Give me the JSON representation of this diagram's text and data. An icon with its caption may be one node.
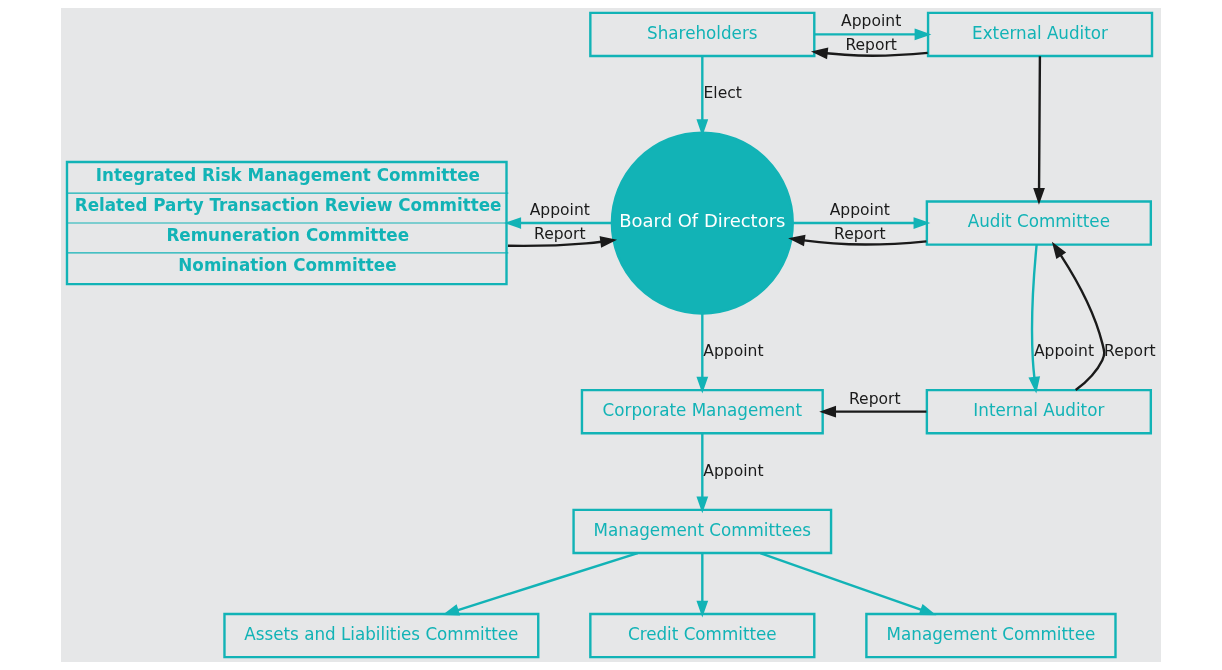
{
  "diagram": {
    "nodes": [
      {
        "text": [
          "Shareholders"
        ]
      },
      {
        "text": [
          "External Auditor"
        ]
      },
      {
        "text": [
          "Integrated Risk Management Committee",
          "Related Party Transaction Review Committee",
          "Remuneration Committee",
          "Nomination Committee"
        ]
      },
      {
        "text": [
          "Board Of Directors"
        ]
      },
      {
        "text": [
          "Audit Committee"
        ]
      },
      {
        "text": [
          "Corporate Management"
        ]
      },
      {
        "text": [
          "Internal Auditor"
        ]
      },
      {
        "text": [
          "Management Committees"
        ]
      },
      {
        "text": [
          "Assets and Liabilities Committee"
        ]
      },
      {
        "text": [
          "Credit Committee"
        ]
      },
      {
        "text": [
          "Management Committee"
        ]
      }
    ],
    "edges": [
      {
        "from": 0,
        "to": 1,
        "arrow": "to",
        "label": "Appoint"
      },
      {
        "from": 1,
        "to": 0,
        "arrow": "to",
        "label": "Report",
        "color": "#1a1a1a"
      },
      {
        "from": 0,
        "to": 3,
        "arrow": "to",
        "label": "Elect"
      },
      {
        "from": 1,
        "to": 4,
        "arrow": "to",
        "color": "#1a1a1a"
      },
      {
        "from": 3,
        "to": 2,
        "arrow": "to",
        "label": "Appoint"
      },
      {
        "from": 2,
        "to": 3,
        "arrow": "to",
        "label": "Report",
        "color": "#1a1a1a"
      },
      {
        "from": 3,
        "to": 4,
        "arrow": "to",
        "label": "Appoint"
      },
      {
        "from": 4,
        "to": 3,
        "arrow": "to",
        "label": "Report",
        "color": "#1a1a1a"
      },
      {
        "from": 3,
        "to": 5,
        "arrow": "to",
        "label": "Appoint"
      },
      {
        "from": 4,
        "to": 6,
        "arrow": "to",
        "label": "Appoint"
      },
      {
        "from": 6,
        "to": 4,
        "arrow": "to",
        "label": "Report",
        "color": "#1a1a1a"
      },
      {
        "from": 6,
        "to": 5,
        "arrow": "to",
        "label": "Report",
        "color": "#1a1a1a"
      },
      {
        "from": 5,
        "to": 7,
        "arrow": "to",
        "label": "Appoint"
      },
      {
        "from": 7,
        "to": 8,
        "arrow": "to"
      },
      {
        "from": 7,
        "to": 9,
        "arrow": "to"
      },
      {
        "from": 7,
        "to": 10,
        "arrow": "to"
      }
    ]
  }
}
